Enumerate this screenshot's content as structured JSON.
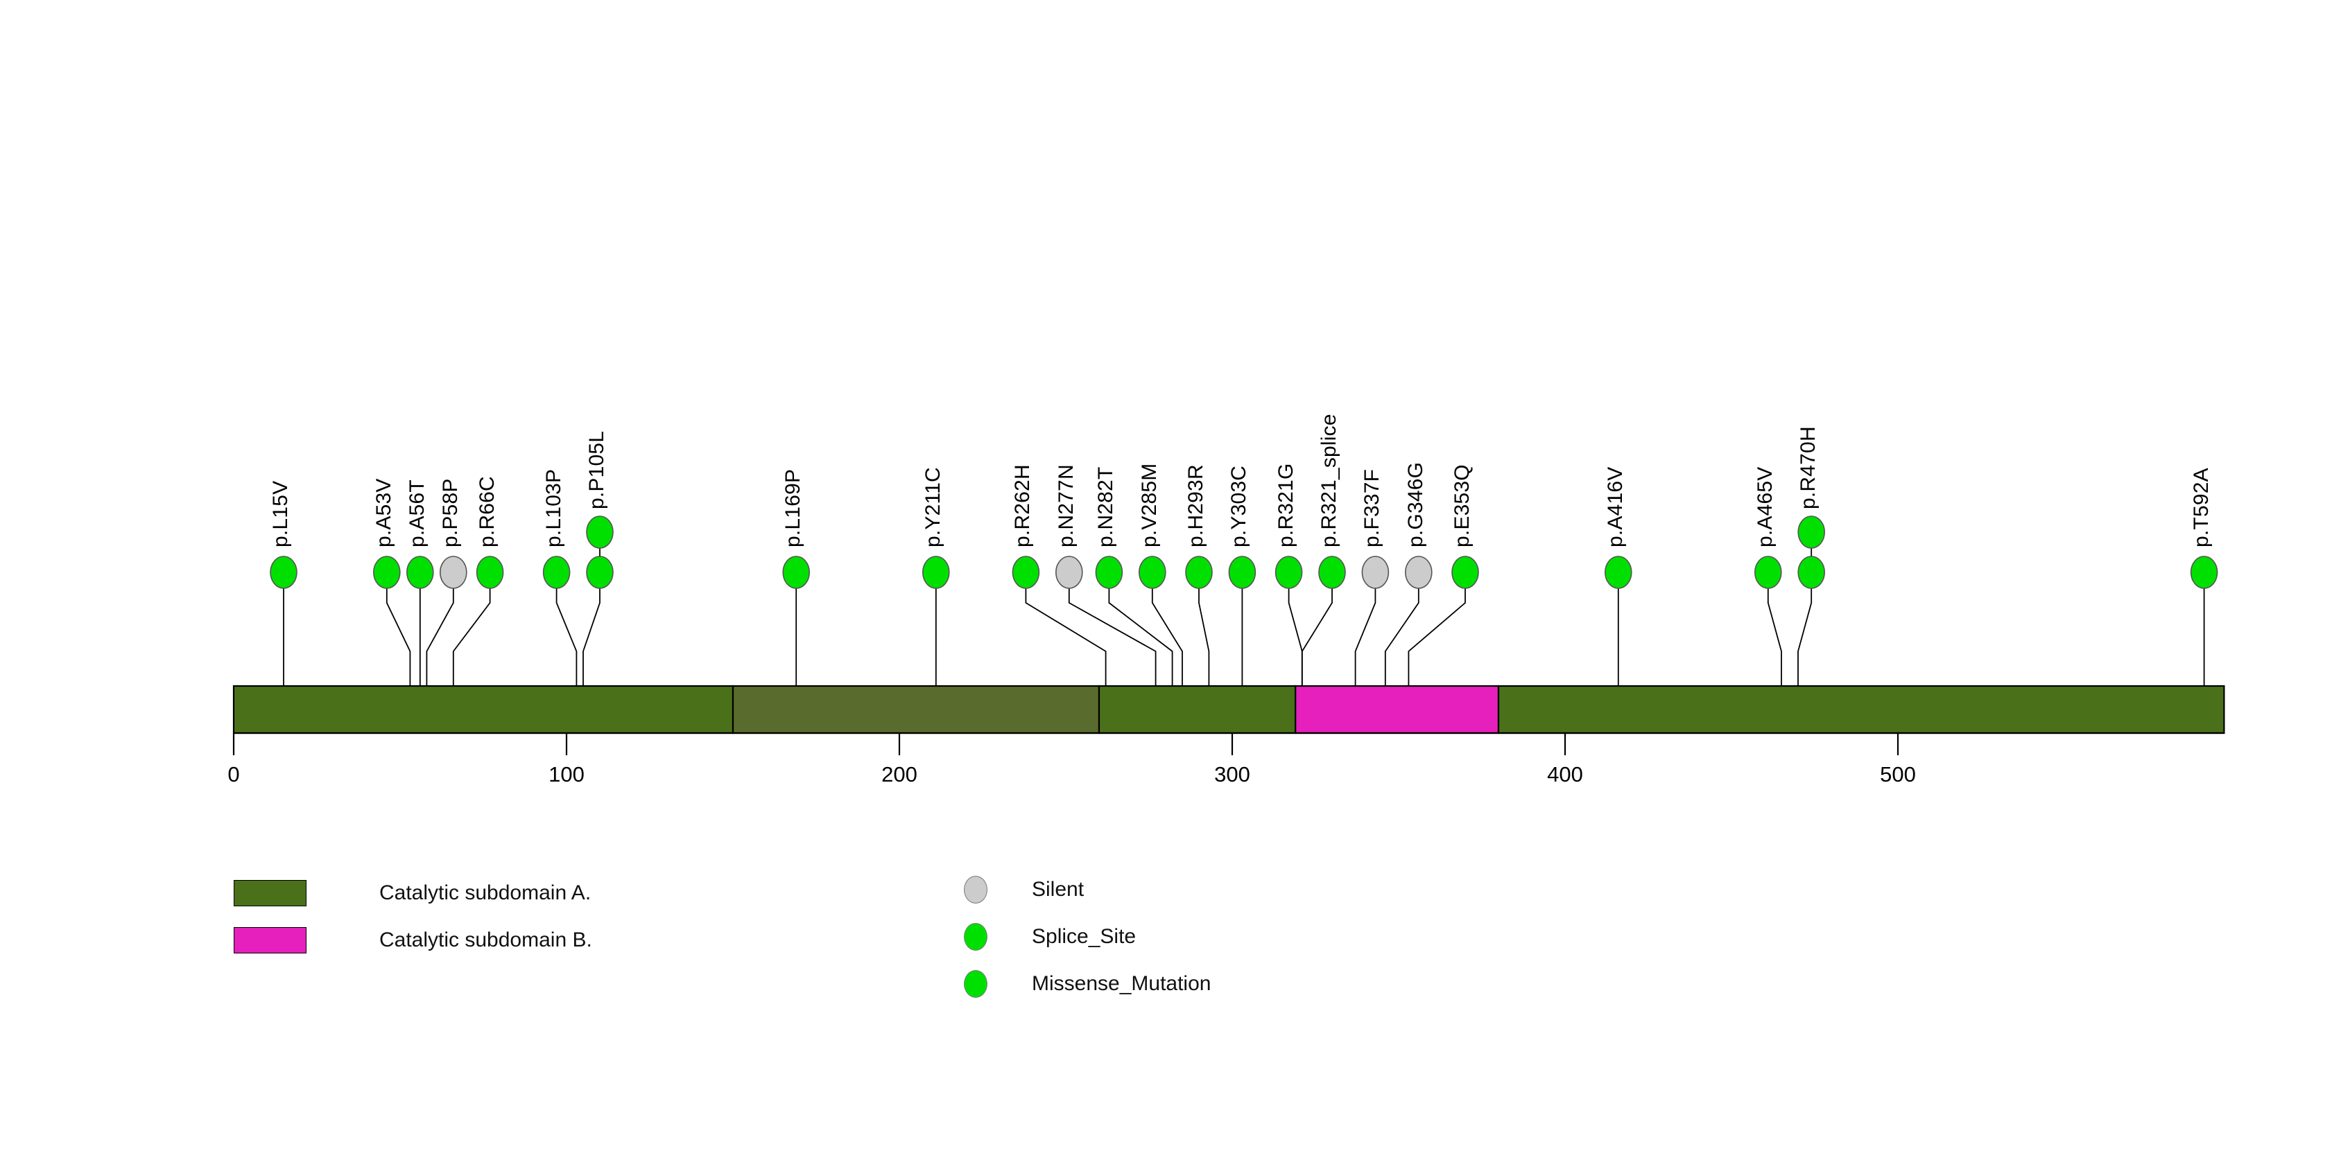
{
  "chart_data": {
    "type": "lollipop",
    "title": "",
    "xlabel": "",
    "ylabel": "",
    "xlim": [
      0,
      598
    ],
    "axis_ticks": [
      0,
      100,
      200,
      300,
      400,
      500
    ],
    "axis_tick_labels": [
      "0",
      "100",
      "200",
      "300",
      "400",
      "500"
    ],
    "protein_length": 598,
    "grid": false,
    "legend_position": "bottom",
    "domains": [
      {
        "name": "Catalytic subdomain A.",
        "color": "#4a7119",
        "start": 0,
        "end": 150
      },
      {
        "name": "Catalytic subdomain A.",
        "color": "#5a6b2e",
        "start": 150,
        "end": 260
      },
      {
        "name": "Catalytic subdomain A.",
        "color": "#4a7119",
        "start": 260,
        "end": 319
      },
      {
        "name": "Catalytic subdomain B.",
        "color": "#e520bc",
        "start": 319,
        "end": 380
      },
      {
        "name": "Catalytic subdomain A.",
        "color": "#4a7119",
        "start": 380,
        "end": 598
      }
    ],
    "mutations": [
      {
        "label": "p.L15V",
        "position": 15,
        "type": "Missense_Mutation",
        "color": "#00e000",
        "count": 1,
        "label_x": 15
      },
      {
        "label": "p.A53V",
        "position": 53,
        "type": "Missense_Mutation",
        "color": "#00e000",
        "count": 1,
        "label_x": 46
      },
      {
        "label": "p.A56T",
        "position": 56,
        "type": "Missense_Mutation",
        "color": "#00e000",
        "count": 1,
        "label_x": 56
      },
      {
        "label": "p.P58P",
        "position": 58,
        "type": "Silent",
        "color": "#cccccc",
        "count": 1,
        "label_x": 66
      },
      {
        "label": "p.R66C",
        "position": 66,
        "type": "Missense_Mutation",
        "color": "#00e000",
        "count": 1,
        "label_x": 77
      },
      {
        "label": "p.L103P",
        "position": 103,
        "type": "Missense_Mutation",
        "color": "#00e000",
        "count": 1,
        "label_x": 97
      },
      {
        "label": "p.P105L",
        "position": 105,
        "type": "Missense_Mutation",
        "color": "#00e000",
        "count": 2,
        "label_x": 110
      },
      {
        "label": "p.L169P",
        "position": 169,
        "type": "Missense_Mutation",
        "color": "#00e000",
        "count": 1,
        "label_x": 169
      },
      {
        "label": "p.Y211C",
        "position": 211,
        "type": "Missense_Mutation",
        "color": "#00e000",
        "count": 1,
        "label_x": 211
      },
      {
        "label": "p.R262H",
        "position": 262,
        "type": "Missense_Mutation",
        "color": "#00e000",
        "count": 1,
        "label_x": 238
      },
      {
        "label": "p.N277N",
        "position": 277,
        "type": "Silent",
        "color": "#cccccc",
        "count": 1,
        "label_x": 251
      },
      {
        "label": "p.N282T",
        "position": 282,
        "type": "Missense_Mutation",
        "color": "#00e000",
        "count": 1,
        "label_x": 263
      },
      {
        "label": "p.V285M",
        "position": 285,
        "type": "Missense_Mutation",
        "color": "#00e000",
        "count": 1,
        "label_x": 276
      },
      {
        "label": "p.H293R",
        "position": 293,
        "type": "Missense_Mutation",
        "color": "#00e000",
        "count": 1,
        "label_x": 290
      },
      {
        "label": "p.Y303C",
        "position": 303,
        "type": "Missense_Mutation",
        "color": "#00e000",
        "count": 1,
        "label_x": 303
      },
      {
        "label": "p.R321G",
        "position": 321,
        "type": "Missense_Mutation",
        "color": "#00e000",
        "count": 1,
        "label_x": 317
      },
      {
        "label": "p.R321_splice",
        "position": 321,
        "type": "Splice_Site",
        "color": "#00e000",
        "count": 1,
        "label_x": 330
      },
      {
        "label": "p.F337F",
        "position": 337,
        "type": "Silent",
        "color": "#cccccc",
        "count": 1,
        "label_x": 343
      },
      {
        "label": "p.G346G",
        "position": 346,
        "type": "Silent",
        "color": "#cccccc",
        "count": 1,
        "label_x": 356
      },
      {
        "label": "p.E353Q",
        "position": 353,
        "type": "Missense_Mutation",
        "color": "#00e000",
        "count": 1,
        "label_x": 370
      },
      {
        "label": "p.A416V",
        "position": 416,
        "type": "Missense_Mutation",
        "color": "#00e000",
        "count": 1,
        "label_x": 416
      },
      {
        "label": "p.A465V",
        "position": 465,
        "type": "Missense_Mutation",
        "color": "#00e000",
        "count": 1,
        "label_x": 461
      },
      {
        "label": "p.R470H",
        "position": 470,
        "type": "Missense_Mutation",
        "color": "#00e000",
        "count": 2,
        "label_x": 474
      },
      {
        "label": "p.T592A",
        "position": 592,
        "type": "Missense_Mutation",
        "color": "#00e000",
        "count": 1,
        "label_x": 592
      }
    ],
    "domain_legend": [
      {
        "label": "Catalytic subdomain A.",
        "color": "#4a7119"
      },
      {
        "label": "Catalytic subdomain B.",
        "color": "#e520bc"
      }
    ],
    "type_legend": [
      {
        "label": "Silent",
        "color": "#cccccc"
      },
      {
        "label": "Splice_Site",
        "color": "#00e000"
      },
      {
        "label": "Missense_Mutation",
        "color": "#00e000"
      }
    ]
  }
}
